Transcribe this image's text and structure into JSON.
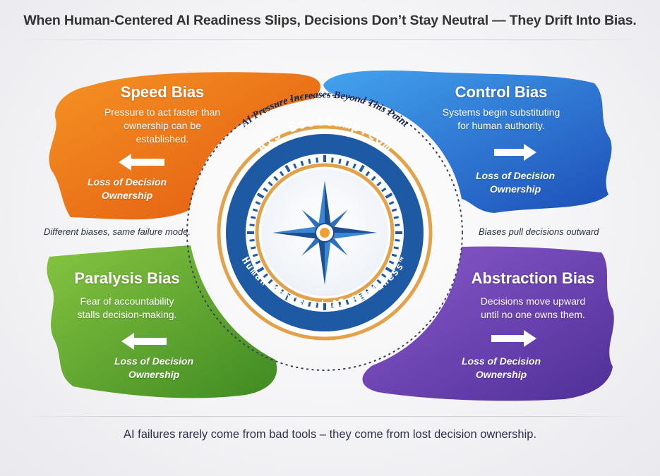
{
  "title": "When Human-Centered AI Readiness Slips, Decisions Don’t Stay Neutral — They Drift Into Bias.",
  "footer": "AI failures rarely come from bad tools – they come from lost decision ownership.",
  "left_note": "Different biases, same failure mode.",
  "right_note": "Biases pull decisions outward",
  "center": {
    "pressure_text": "AI Pressure Increases Beyond This Point",
    "top_ring_text": "AIS-Bootcamp.com",
    "bottom_ring_text": "Human-Centered AI Readiness™",
    "icon": "compass-star-icon"
  },
  "panels": [
    {
      "id": "speed",
      "title": "Speed Bias",
      "desc": [
        "Pressure to act faster than",
        "ownership can be",
        "established."
      ],
      "loss": [
        "Loss of Decision",
        "Ownership"
      ],
      "arrow": "left",
      "color": "#f07a1c"
    },
    {
      "id": "control",
      "title": "Control Bias",
      "desc": [
        "Systems begin substituting",
        "for human authority."
      ],
      "loss": [
        "Loss of Decision",
        "Ownership"
      ],
      "arrow": "right",
      "color": "#2e78d6"
    },
    {
      "id": "paralysis",
      "title": "Paralysis Bias",
      "desc": [
        "Fear of accountability",
        "stalls decision-making."
      ],
      "loss": [
        "Loss of Decision",
        "Ownership"
      ],
      "arrow": "left",
      "color": "#5fa832"
    },
    {
      "id": "abstraction",
      "title": "Abstraction Bias",
      "desc": [
        "Decisions move upward",
        "until no one owns them."
      ],
      "loss": [
        "Loss of Decision",
        "Ownership"
      ],
      "arrow": "right",
      "color": "#6e46b4"
    }
  ]
}
